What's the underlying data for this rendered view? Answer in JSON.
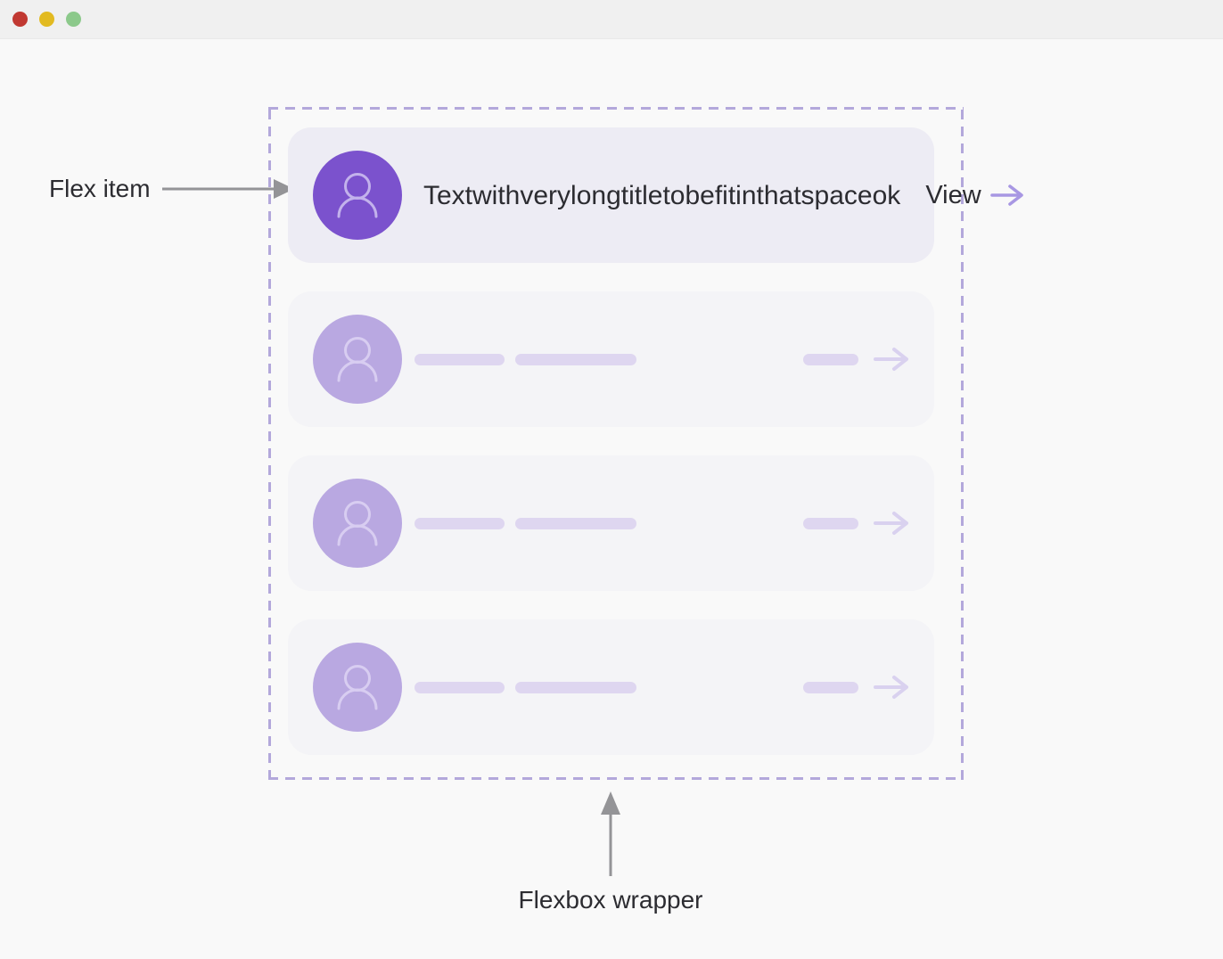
{
  "window": {
    "controls": [
      {
        "name": "close",
        "color": "#c13932"
      },
      {
        "name": "minimize",
        "color": "#e2ba21"
      },
      {
        "name": "zoom",
        "color": "#8cc98b"
      }
    ]
  },
  "annotations": {
    "flex_item": "Flex item",
    "flexbox_wrapper": "Flexbox wrapper"
  },
  "list": {
    "items": [
      {
        "type": "content",
        "title": "Textwithverylongtitletobefitinthatspaceok",
        "action": "View",
        "leading_icon": "user-icon",
        "trailing_icon": "arrow-right-icon"
      },
      {
        "type": "skeleton",
        "leading_icon": "user-icon",
        "trailing_icon": "arrow-right-icon"
      },
      {
        "type": "skeleton",
        "leading_icon": "user-icon",
        "trailing_icon": "arrow-right-icon"
      },
      {
        "type": "skeleton",
        "leading_icon": "user-icon",
        "trailing_icon": "arrow-right-icon"
      }
    ]
  },
  "colors": {
    "page_background": "#f9f9f9",
    "titlebar_background": "#f0f0f0",
    "wrapper_dashed_border": "#b3a8db",
    "card_highlight_background": "#edecf4",
    "card_skeleton_background": "#f4f4f7",
    "avatar_accent": "#7b52cd",
    "avatar_faded": "#b9a8e1",
    "placeholder_bar": "#ded6f0",
    "view_arrow": "#a897e3",
    "skeleton_arrow": "#d9d1ef",
    "annotation_arrow": "#949497",
    "text_dark": "#2c2c31"
  }
}
